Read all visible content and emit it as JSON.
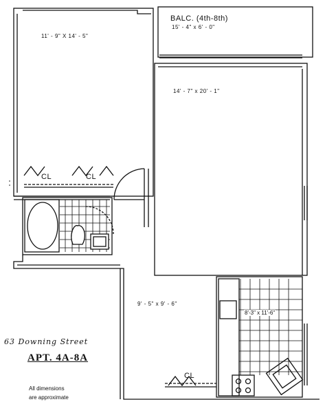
{
  "balcony": {
    "label": "BALC. (4th-8th)",
    "dimensions": "15' - 4\" x 6' - 0\""
  },
  "bedroom": {
    "dimensions": "11' - 9\" X 14' - 5\""
  },
  "living_room": {
    "dimensions": "14' - 7\" x 20' - 1\""
  },
  "foyer": {
    "dimensions": "9' - 5\" x 9' - 6\""
  },
  "kitchen": {
    "dimensions": "8'-3\" x 11'-6\""
  },
  "closets": {
    "cl1": "CL",
    "cl2": "CL",
    "cl3": "CL"
  },
  "address": "63 Downing Street",
  "apartment": "APT. 4A-8A",
  "note": {
    "line1": "All dimensions",
    "line2": "are approximate"
  }
}
